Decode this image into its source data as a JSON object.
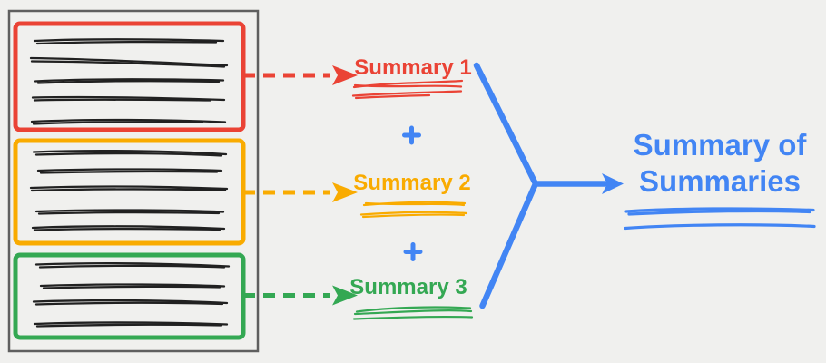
{
  "colors": {
    "red": "#EA4335",
    "orange": "#F9AB00",
    "green": "#34A853",
    "blue": "#4285F4",
    "ink": "#212121",
    "border": "#5F5F5F",
    "background": "#F0F0EE"
  },
  "diagram": {
    "source_document": {
      "chunks": [
        {
          "name": "chunk-1",
          "color": "red",
          "text_line_count": 5
        },
        {
          "name": "chunk-2",
          "color": "orange",
          "text_line_count": 5
        },
        {
          "name": "chunk-3",
          "color": "green",
          "text_line_count": 4
        }
      ]
    },
    "summaries": [
      {
        "label": "Summary 1",
        "color": "red"
      },
      {
        "label": "Summary 2",
        "color": "orange"
      },
      {
        "label": "Summary 3",
        "color": "green"
      }
    ],
    "icons": {
      "plus": "+",
      "dashed_arrow": "dashed right arrow",
      "merge_arrow": "merge right arrow"
    },
    "final_summary": {
      "label": "Summary of Summaries",
      "lines": [
        "Summary of",
        "Summaries"
      ],
      "color": "blue"
    }
  }
}
